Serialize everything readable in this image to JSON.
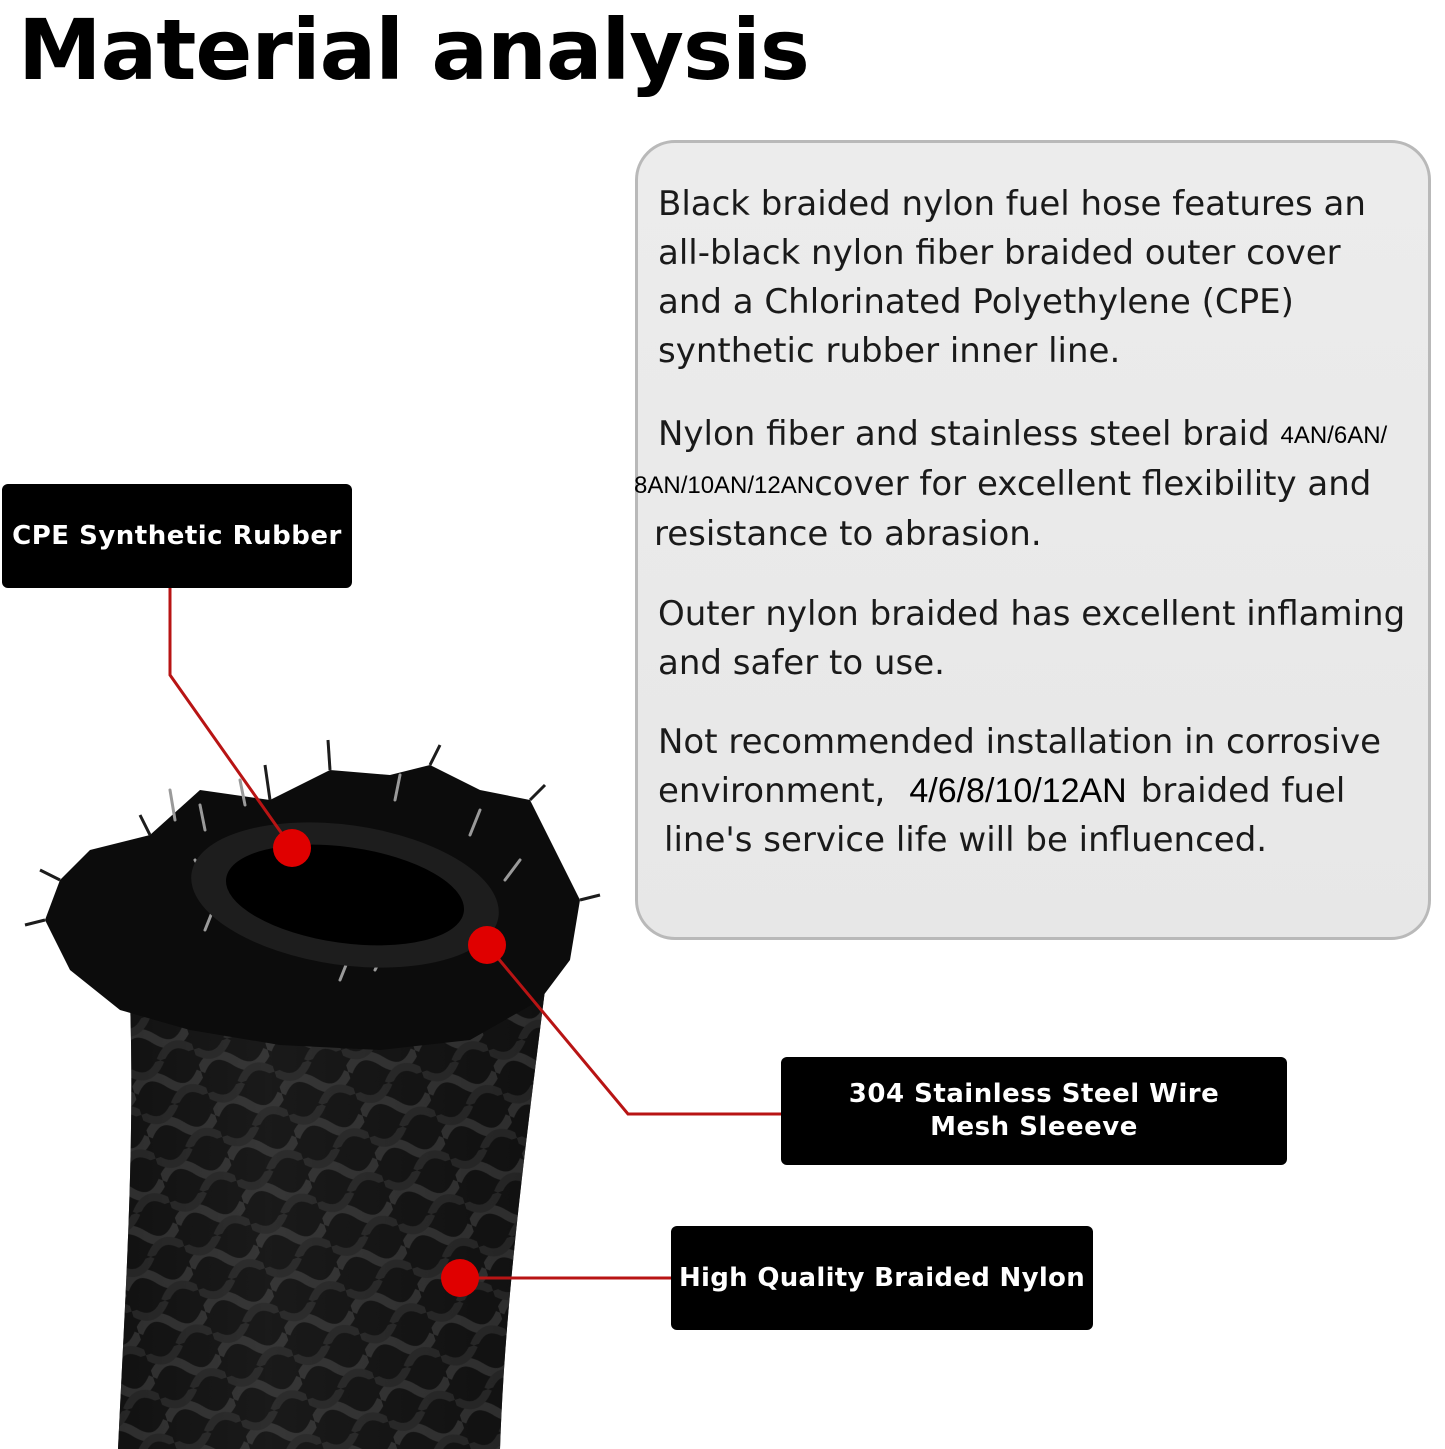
{
  "title": "Material analysis",
  "description": {
    "paragraph_1": {
      "line_1": "Black braided nylon fuel hose features an",
      "line_2": "all-black nylon fiber braided outer cover",
      "line_3": "and a Chlorinated Polyethylene (CPE)",
      "line_4": "synthetic rubber inner line."
    },
    "paragraph_2": {
      "line_1": "Nylon fiber and stainless steel braid",
      "sizes_part_1": "4AN/6AN/",
      "sizes_part_2": "8AN/10AN/12AN",
      "line_2": "cover for excellent flexibility and",
      "line_3": "resistance to abrasion."
    },
    "paragraph_3": {
      "line_1": "Outer nylon braided has excellent inflaming",
      "line_2": "and safer to use."
    },
    "paragraph_4": {
      "line_1": "Not recommended installation in corrosive",
      "line_2_start": "environment,",
      "sizes": "4/6/8/10/12AN",
      "line_2_end": "braided fuel",
      "line_3": "line's service life will be influenced."
    }
  },
  "callouts": {
    "inner_layer": "CPE Synthetic Rubber",
    "steel_layer_line_1": "304 Stainless Steel Wire",
    "steel_layer_line_2": "Mesh Sleeeve",
    "outer_layer": "High Quality Braided Nylon"
  },
  "colors": {
    "leader_line": "#b81414",
    "marker_dot": "#e00000",
    "label_background": "#000000",
    "info_box_background": "#e9e9e9",
    "info_box_border": "#b9b9b9"
  }
}
